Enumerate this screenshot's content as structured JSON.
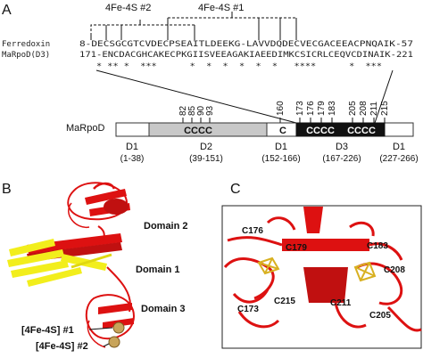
{
  "panel_a": {
    "label": "A",
    "cluster2_label": "4Fe-4S #2",
    "cluster1_label": "4Fe-4S #1",
    "seq_rows": [
      {
        "name": "Ferredoxin",
        "sequence": "8-DECSGCGTCVDECPSEAITLDEEKG-LAVVDQDECVECGACEEACPNQAIK-57"
      },
      {
        "name": "MaRpoD(D3)",
        "sequence": "171-ENCDACGHCAKECPKGIISVEEAGAKIAEEDIMKCSICRLCEQVCDINAIK-221"
      }
    ],
    "stars": "* ** *  ***      *  *  *  *  *  *   ****      *  ***",
    "protein_name": "MaRpoD",
    "d2_cys": "CCCC",
    "d1_cys": "C",
    "d3_cys_a": "CCCC",
    "d3_cys_b": "CCCC",
    "residue_numbers": [
      {
        "n": "82"
      },
      {
        "n": "85"
      },
      {
        "n": "90"
      },
      {
        "n": "93"
      },
      {
        "n": "160"
      },
      {
        "n": "173"
      },
      {
        "n": "176"
      },
      {
        "n": "179"
      },
      {
        "n": "183"
      },
      {
        "n": "205"
      },
      {
        "n": "208"
      },
      {
        "n": "211"
      },
      {
        "n": "215"
      }
    ],
    "domains": [
      {
        "name": "D1",
        "range": "(1-38)"
      },
      {
        "name": "D2",
        "range": "(39-151)"
      },
      {
        "name": "D1",
        "range": "(152-166)"
      },
      {
        "name": "D3",
        "range": "(167-226)"
      },
      {
        "name": "D1",
        "range": "(227-266)"
      }
    ]
  },
  "panel_b": {
    "label": "B",
    "domain2": "Domain 2",
    "domain1": "Domain 1",
    "domain3": "Domain 3",
    "cluster1": "[4Fe-4S] #1",
    "cluster2": "[4Fe-4S] #2"
  },
  "panel_c": {
    "label": "C",
    "residues": [
      "C176",
      "C179",
      "C183",
      "C208",
      "C215",
      "C173",
      "C211",
      "C205"
    ]
  },
  "colors": {
    "protein_red": "#dd1111",
    "yellow": "#f2ee1c",
    "d2_gray": "#c8c8c8",
    "d3_black": "#111111"
  }
}
